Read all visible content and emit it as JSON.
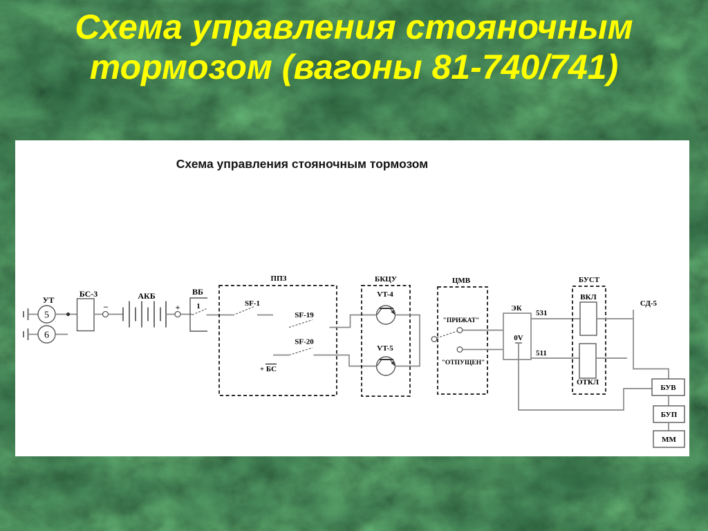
{
  "slide": {
    "title": {
      "line1": "Схема управления стояночным",
      "line2": "тормозом (вагоны 81-740/741)"
    },
    "colors": {
      "background_green": "#1a4226",
      "title_yellow": "#ffff00",
      "panel": "#ffffff",
      "wire_gray": "#888888",
      "text": "#000000"
    }
  },
  "diagram": {
    "title": "Схема управления стояночным тормозом",
    "labels": {
      "ut": "УТ",
      "terminal5": "5",
      "terminal6": "6",
      "bs3": "БС-3",
      "minus": "–",
      "akb": "АКБ",
      "plus": "+",
      "vb": "ВБ",
      "vb_contact": "1",
      "ppz": "ППЗ",
      "sf1": "SF-1",
      "sf19": "SF-19",
      "sf20": "SF-20",
      "plus_bs": "+ БС",
      "bkcu": "БКЦУ",
      "vt4": "VT-4",
      "vt5": "VT-5",
      "cmv": "ЦМВ",
      "prizhat": "\"ПРИЖАТ\"",
      "otpuschen": "\"ОТПУЩЕН\"",
      "ek": "ЭК",
      "wire531": "531",
      "wire511": "511",
      "zero_v": "0V",
      "bust": "БУСТ",
      "vkl": "ВКЛ",
      "otkl": "ОТКЛ",
      "sd5": "СД-5",
      "buv": "БУВ",
      "bup": "БУП",
      "mm": "ММ"
    }
  }
}
